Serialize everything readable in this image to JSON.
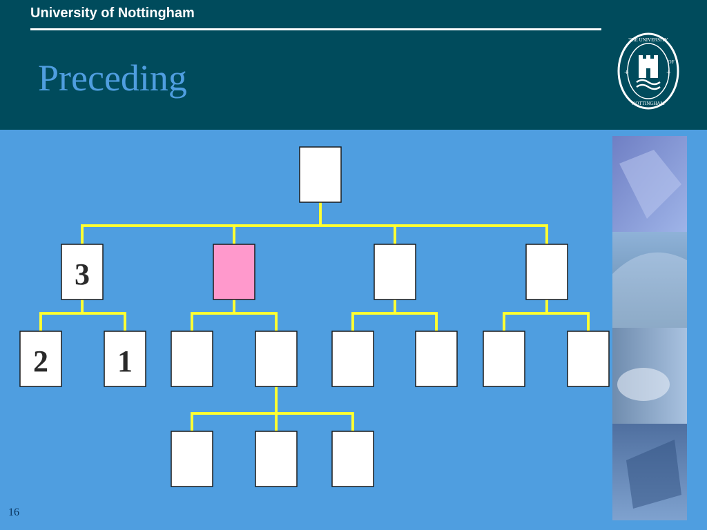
{
  "header": {
    "university_name": "University of Nottingham",
    "title": "Preceding",
    "logo": {
      "name": "university-crest-icon",
      "text_top": "THE UNIVERSITY",
      "text_of": "OF",
      "text_bottom": "NOTTINGHAM"
    }
  },
  "colors": {
    "background": "#4f9ee0",
    "header": "#004b5c",
    "connector": "#ffff33",
    "node": "#ffffff",
    "highlight_node": "#ff99cc"
  },
  "tree": {
    "root": {
      "label": "",
      "highlighted": false
    },
    "level1": [
      {
        "label": "3",
        "highlighted": false
      },
      {
        "label": "",
        "highlighted": true
      },
      {
        "label": "",
        "highlighted": false
      },
      {
        "label": "",
        "highlighted": false
      }
    ],
    "level2": [
      {
        "label": "2",
        "parent": 0
      },
      {
        "label": "1",
        "parent": 0
      },
      {
        "label": "",
        "parent": 1
      },
      {
        "label": "",
        "parent": 1
      },
      {
        "label": "",
        "parent": 2
      },
      {
        "label": "",
        "parent": 2
      },
      {
        "label": "",
        "parent": 3
      },
      {
        "label": "",
        "parent": 3
      }
    ],
    "level3": [
      {
        "label": "",
        "parent": 3
      },
      {
        "label": "",
        "parent": 3
      },
      {
        "label": "",
        "parent": 3
      }
    ]
  },
  "footer": {
    "page_number": "16"
  }
}
